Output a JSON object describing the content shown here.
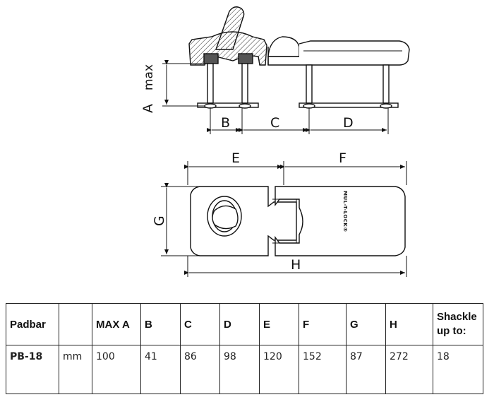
{
  "drawing": {
    "side_view": {
      "label_a": "A",
      "label_max": "max",
      "label_b": "B",
      "label_c": "C",
      "label_d": "D"
    },
    "top_view": {
      "label_e": "E",
      "label_f": "F",
      "label_g": "G",
      "label_h": "H",
      "brand": "MUL-T-LOCK®"
    }
  },
  "table": {
    "headers": [
      "Padbar",
      "",
      "MAX A",
      "B",
      "C",
      "D",
      "E",
      "F",
      "G",
      "H",
      "Shackle up to:"
    ],
    "model": "PB-18",
    "unit": "mm",
    "values": [
      "100",
      "41",
      "86",
      "98",
      "120",
      "152",
      "87",
      "272",
      "18"
    ]
  }
}
